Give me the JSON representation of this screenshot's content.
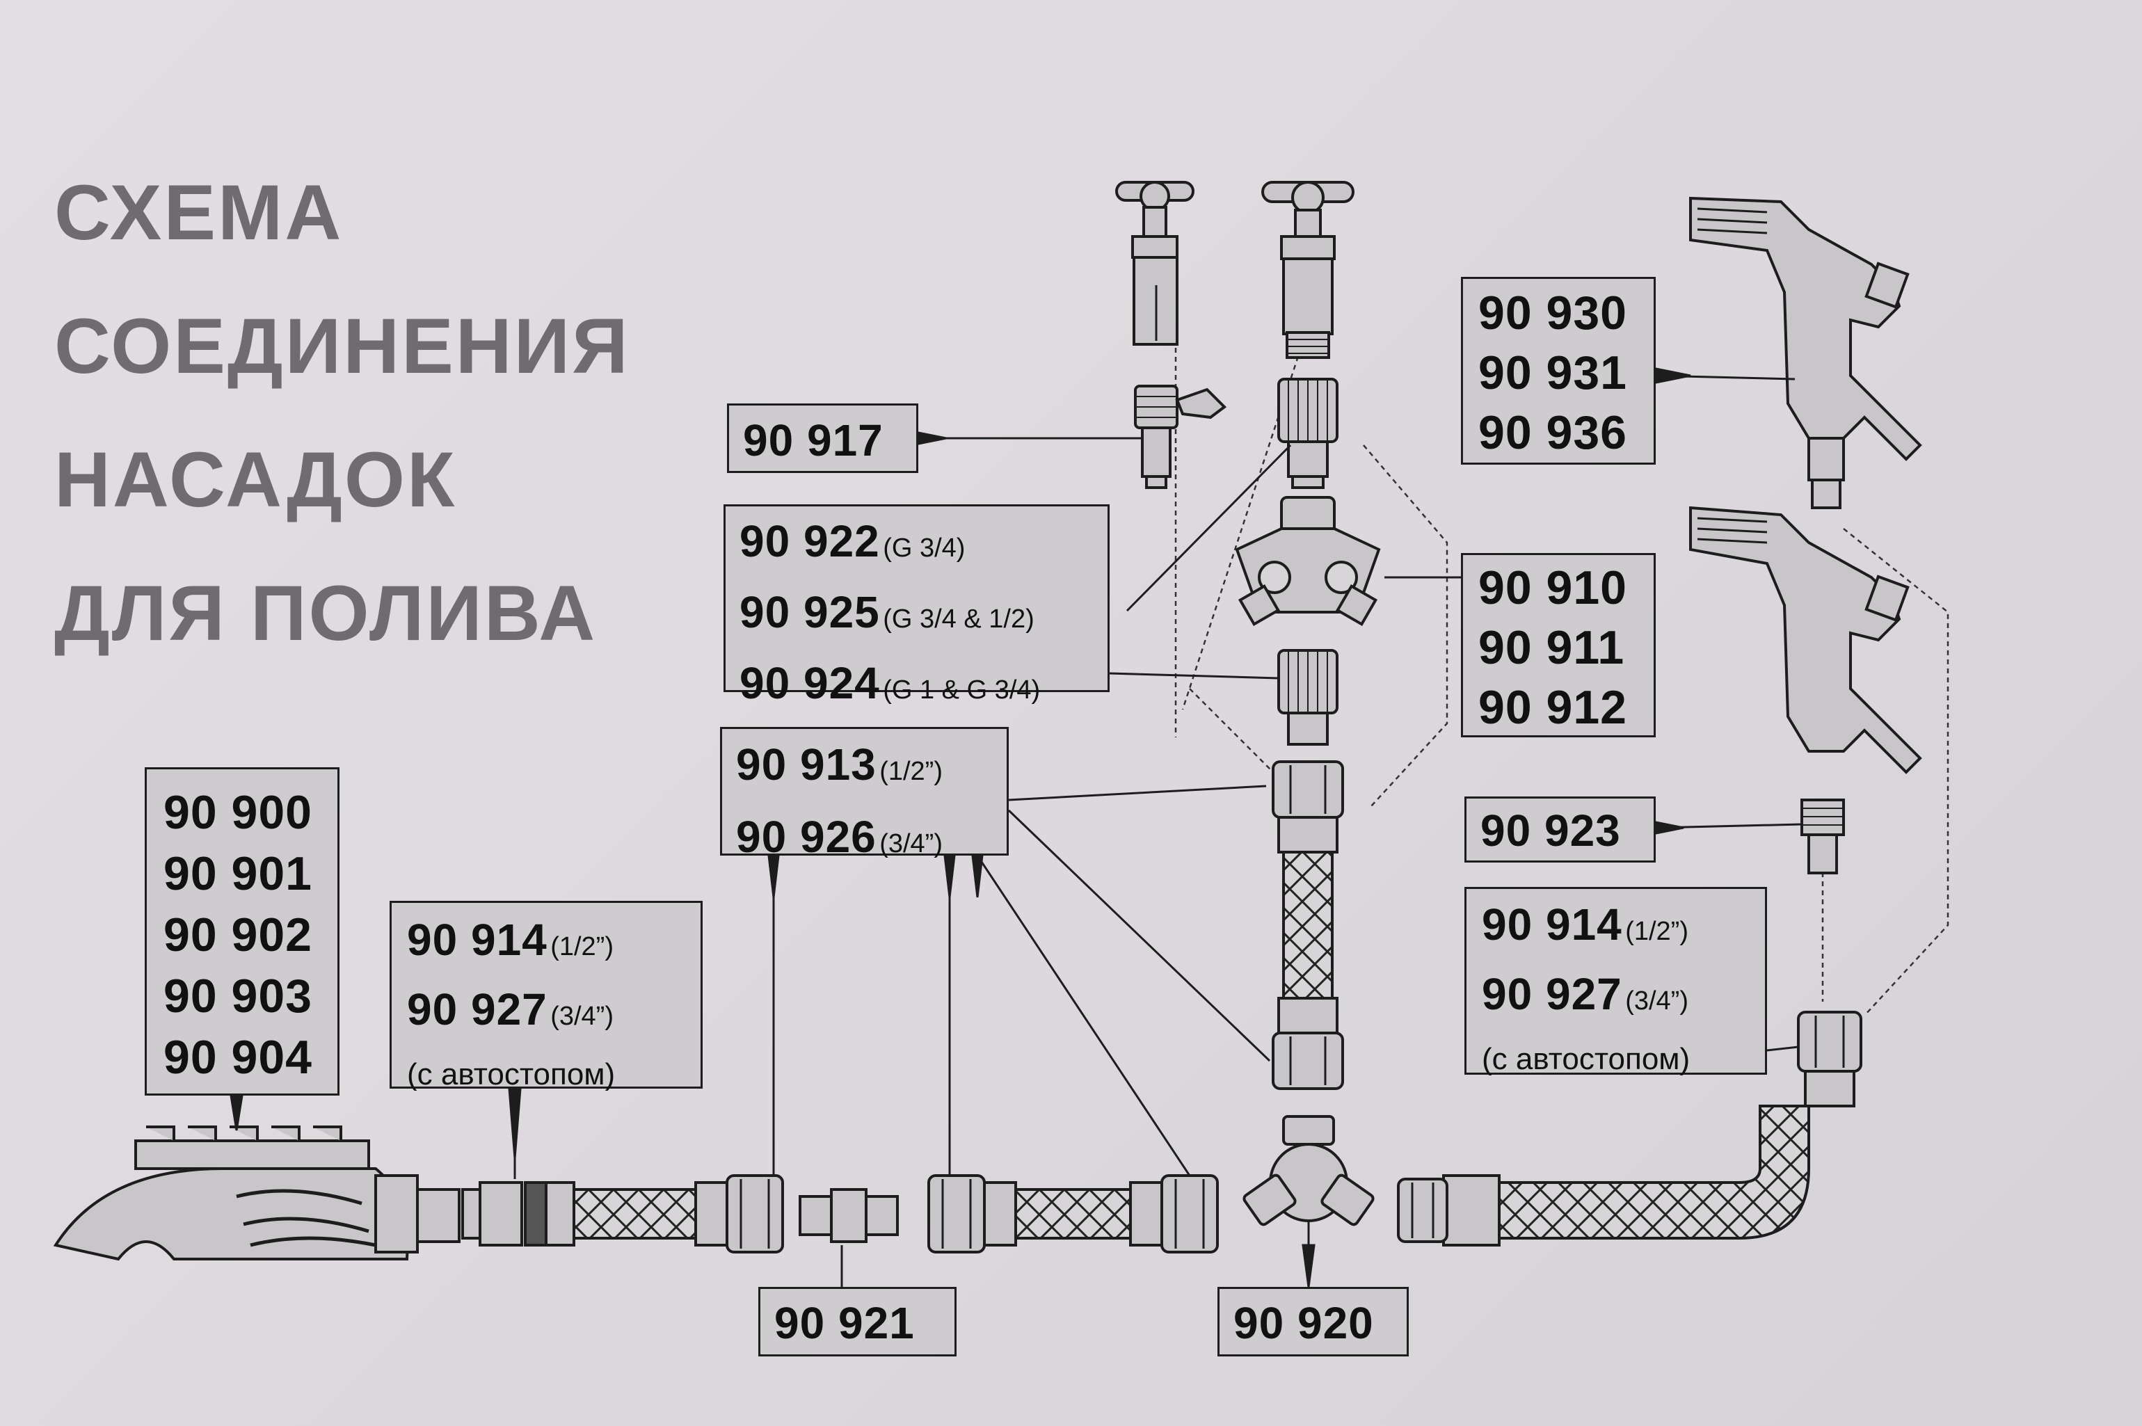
{
  "title": {
    "lines": [
      "СХЕМА",
      "СОЕДИНЕНИЯ",
      "НАСАДОК",
      "ДЛЯ ПОЛИВА"
    ]
  },
  "labels": {
    "sprinkler": [
      "90 900",
      "90 901",
      "90 902",
      "90 903",
      "90 904"
    ],
    "connector_left": {
      "codes": [
        "90 914",
        "90 927"
      ],
      "sizes": [
        "(1/2”)",
        "(3/4”)"
      ],
      "note": "(с автостопом)"
    },
    "connector_right": {
      "codes": [
        "90 914",
        "90 927"
      ],
      "sizes": [
        "(1/2”)",
        "(3/4”)"
      ],
      "note": "(с автостопом)"
    },
    "repair": {
      "codes": [
        "90 913",
        "90 926"
      ],
      "sizes": [
        "(1/2”)",
        "(3/4”)"
      ]
    },
    "tap_adapter_lever": "90 917",
    "tap_adapters": {
      "codes": [
        "90 922",
        "90 925",
        "90 924"
      ],
      "sizes": [
        "(G 3/4)",
        "(G 3/4 & 1/2)",
        "(G 1 & G 3/4)"
      ]
    },
    "coupler": "90 921",
    "y_splitter": "90 920",
    "valve_splitter": [
      "90 910",
      "90 911",
      "90 912"
    ],
    "nozzle_adapter": "90 923",
    "spray_guns": [
      "90 930",
      "90 931",
      "90 936"
    ]
  },
  "colors": {
    "background": "#dcd9dd",
    "title": "#6e6c70",
    "box_fill": "#cfccd0",
    "ink": "#1d1d1d",
    "part_fill": "#c9c6ca"
  }
}
